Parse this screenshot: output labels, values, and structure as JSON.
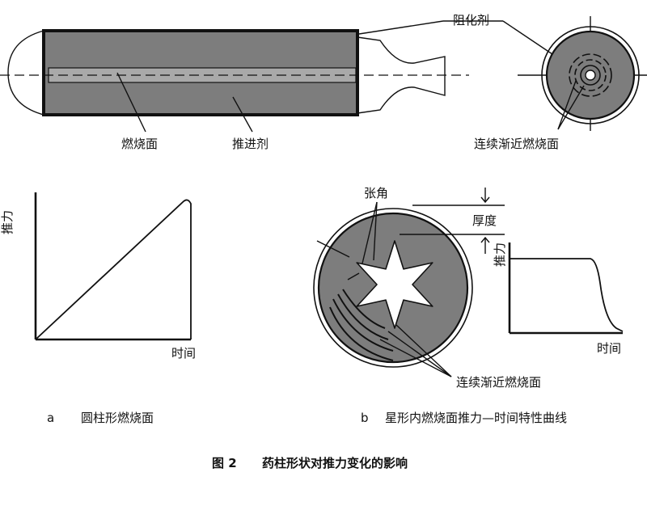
{
  "labels": {
    "inhibitor": "阻化剂",
    "burning_surface": "燃烧面",
    "propellant": "推进剂",
    "continuous_asymptotic_top": "连续渐近燃烧面",
    "flare_angle": "张角",
    "thickness": "厚度",
    "continuous_asymptotic_bottom": "连续渐近燃烧面"
  },
  "chart_a": {
    "ylabel": "推力",
    "xlabel": "时间",
    "caption_letter": "a",
    "caption": "圆柱形燃烧面"
  },
  "chart_b": {
    "ylabel": "推力",
    "xlabel": "时间",
    "caption_letter": "b",
    "caption": "星形内燃烧面推力—时间特性曲线"
  },
  "figure": {
    "number": "图 2",
    "title": "药柱形状对推力变化的影响"
  },
  "colors": {
    "propellant_fill": "#7d7d7d",
    "ink": "#111111",
    "background": "#ffffff"
  }
}
